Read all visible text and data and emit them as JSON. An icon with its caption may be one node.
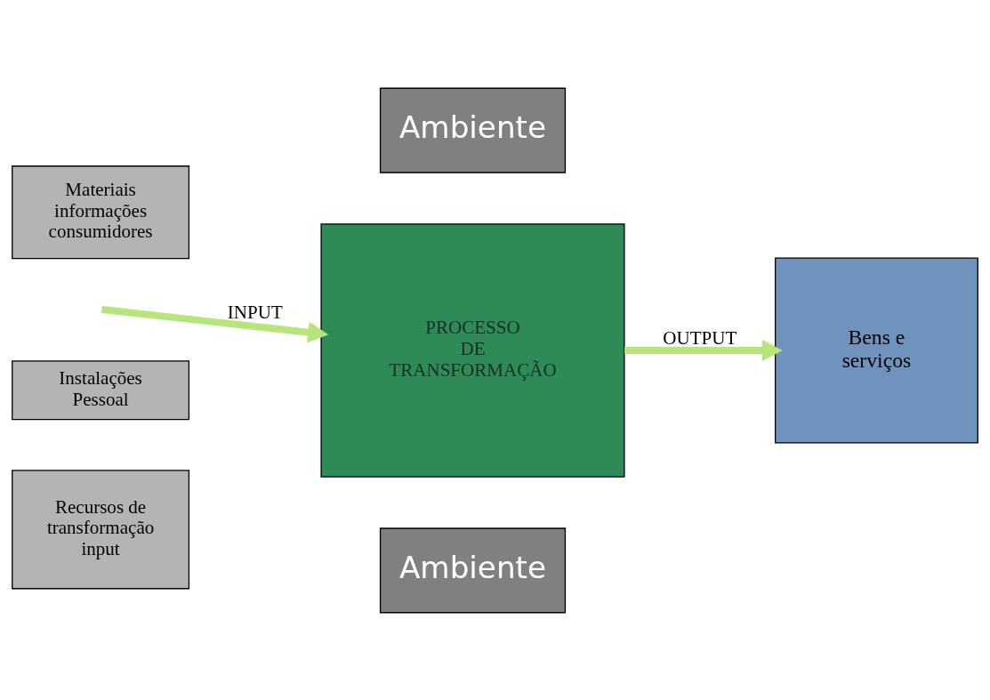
{
  "diagram": {
    "nodes": [
      {
        "text": [
          "Ambiente"
        ]
      },
      {
        "text": [
          "Materiais informações consumidores"
        ]
      },
      {
        "text": [
          "PROCESSO DE TRANSFORMAÇÃO"
        ]
      },
      {
        "text": [
          "Bens e serviços"
        ]
      },
      {
        "text": [
          "Instalações Pessoal"
        ]
      },
      {
        "text": [
          "Recursos de transformação input"
        ]
      },
      {
        "text": [
          "Ambiente"
        ]
      }
    ],
    "edges": [
      {
        "from": null,
        "to": 2,
        "arrow": "to",
        "label": "INPUT"
      },
      {
        "from": 2,
        "to": 3,
        "arrow": "to",
        "label": "OUTPUT"
      }
    ]
  }
}
